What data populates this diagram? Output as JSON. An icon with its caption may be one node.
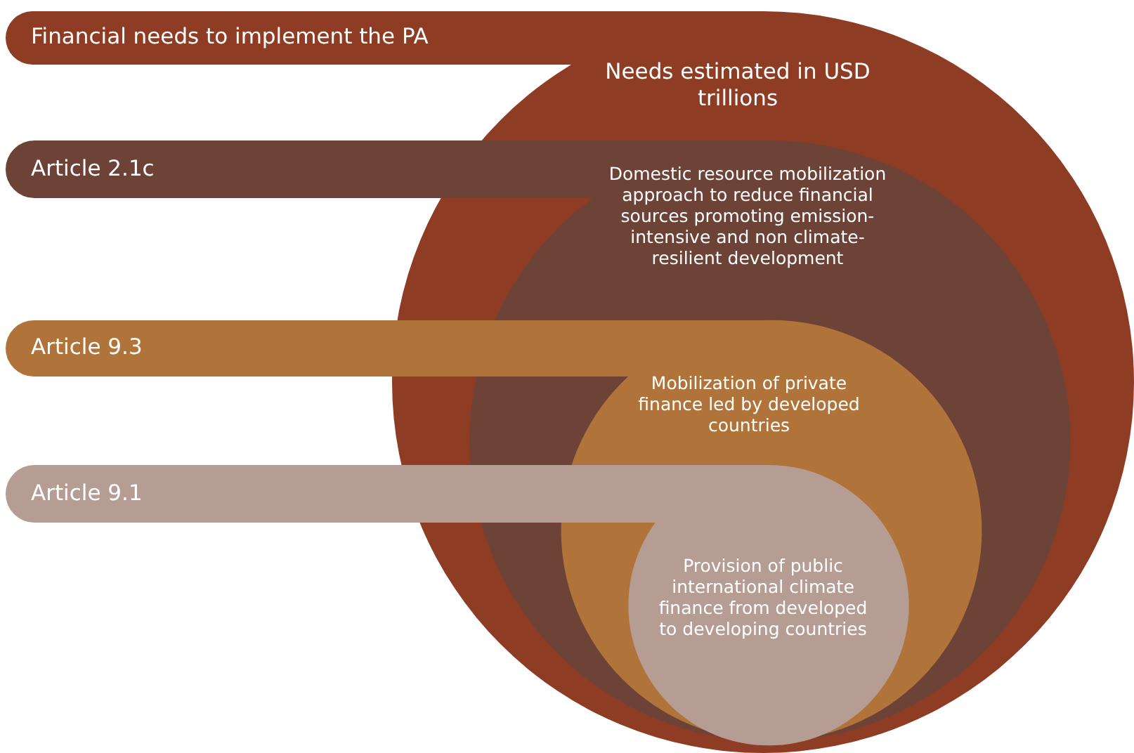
{
  "diagram": {
    "nodes": [
      {
        "text": [
          "Financial needs to implement the PA",
          "Needs estimated in USD trillions"
        ]
      },
      {
        "text": [
          "Article 2.1c",
          "Domestic resource mobilization approach to reduce financial sources promoting emission-intensive and non climate-resilient development"
        ],
        "in": 0
      },
      {
        "text": [
          "Article 9.3",
          "Mobilization of private finance led by developed countries"
        ],
        "in": 1
      },
      {
        "text": [
          "Article 9.1",
          "Provision of public international climate finance from developed to developing countries"
        ],
        "in": 2
      }
    ]
  }
}
